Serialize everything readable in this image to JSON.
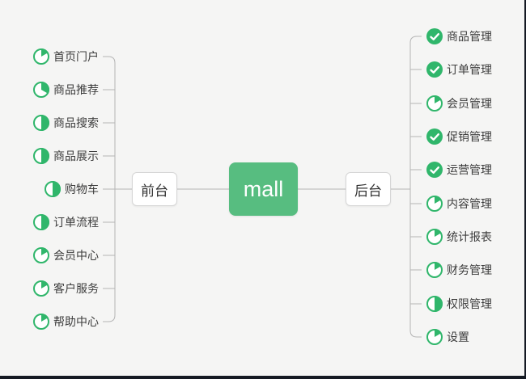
{
  "diagram": {
    "type": "mindmap",
    "root": {
      "label": "mall"
    },
    "left_branch": {
      "label": "前台",
      "items": [
        {
          "label": "首页门户",
          "icon": "progress-pie",
          "progress_deg": 60
        },
        {
          "label": "商品推荐",
          "icon": "progress-pie",
          "progress_deg": 120
        },
        {
          "label": "商品搜索",
          "icon": "progress-pie",
          "progress_deg": 180
        },
        {
          "label": "商品展示",
          "icon": "progress-pie",
          "progress_deg": 180
        },
        {
          "label": "购物车",
          "icon": "progress-pie",
          "progress_deg": 180
        },
        {
          "label": "订单流程",
          "icon": "progress-pie",
          "progress_deg": 180
        },
        {
          "label": "会员中心",
          "icon": "progress-pie",
          "progress_deg": 60
        },
        {
          "label": "客户服务",
          "icon": "progress-pie",
          "progress_deg": 60
        },
        {
          "label": "帮助中心",
          "icon": "progress-pie",
          "progress_deg": 60
        }
      ]
    },
    "right_branch": {
      "label": "后台",
      "items": [
        {
          "label": "商品管理",
          "icon": "check"
        },
        {
          "label": "订单管理",
          "icon": "check"
        },
        {
          "label": "会员管理",
          "icon": "progress-pie",
          "progress_deg": 60
        },
        {
          "label": "促销管理",
          "icon": "check"
        },
        {
          "label": "运营管理",
          "icon": "check"
        },
        {
          "label": "内容管理",
          "icon": "progress-pie",
          "progress_deg": 60
        },
        {
          "label": "统计报表",
          "icon": "progress-pie",
          "progress_deg": 60
        },
        {
          "label": "财务管理",
          "icon": "progress-pie",
          "progress_deg": 60
        },
        {
          "label": "权限管理",
          "icon": "progress-pie",
          "progress_deg": 180
        },
        {
          "label": "设置",
          "icon": "progress-pie",
          "progress_deg": 60
        }
      ]
    },
    "colors": {
      "root_bg": "#57BD80",
      "root_text": "#FFFFFF",
      "icon_green": "#30B66B",
      "connector": "#B5B5B5",
      "node_border": "#D6D6D6",
      "label_text": "#3D3D3D",
      "background": "#F5F5F4",
      "screenshot_edge": "#151A23"
    }
  }
}
